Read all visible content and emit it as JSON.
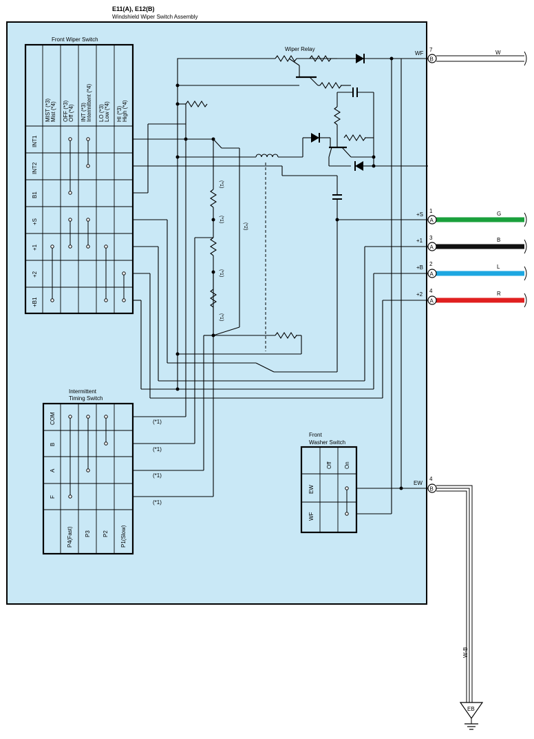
{
  "header": {
    "connector_ids": "E11(A), E12(B)",
    "assembly_name": "Windshield Wiper Switch Assembly"
  },
  "front_wiper_switch": {
    "title": "Front Wiper Switch",
    "columns": [
      {
        "line1": "MIST (*3)",
        "line2": "Mist (*4)"
      },
      {
        "line1": "OFF (*3)",
        "line2": "Off (*4)"
      },
      {
        "line1": "INT (*3)",
        "line2": "Intermittent (*4)"
      },
      {
        "line1": "LO (*3)",
        "line2": "Low (*4)"
      },
      {
        "line1": "HI (*3)",
        "line2": "High (*4)"
      }
    ],
    "rows": [
      "INT1",
      "INT2",
      "B1",
      "+S",
      "+1",
      "+2",
      "+B1"
    ]
  },
  "wiper_relay": {
    "label": "Wiper Relay"
  },
  "intermittent_timing_switch": {
    "title_line1": "Intermittent",
    "title_line2": "Timing Switch",
    "rows": [
      "COM",
      "B",
      "A",
      "F"
    ],
    "columns": [
      "P4(Fast)",
      "P3",
      "P2",
      "P1(Slow)"
    ],
    "notes": [
      "(*1)",
      "(*1)",
      "(*1)",
      "(*1)"
    ]
  },
  "front_washer_switch": {
    "title_line1": "Front",
    "title_line2": "Washer Switch",
    "columns": [
      "Off",
      "On"
    ],
    "rows": [
      "EW",
      "WF"
    ]
  },
  "resistor_notes": [
    "(*1)",
    "(*1)",
    "(*1)",
    "(*1)"
  ],
  "coil_note": "(*2)",
  "terminals": [
    {
      "name": "WF",
      "pin": "7",
      "connector": "B",
      "wire": "W",
      "color": "#ffffff"
    },
    {
      "name": "+S",
      "pin": "1",
      "connector": "A",
      "wire": "G",
      "color": "#1aa03c"
    },
    {
      "name": "+1",
      "pin": "3",
      "connector": "A",
      "wire": "B",
      "color": "#111111"
    },
    {
      "name": "+B",
      "pin": "2",
      "connector": "A",
      "wire": "L",
      "color": "#1ea7e1"
    },
    {
      "name": "+2",
      "pin": "4",
      "connector": "A",
      "wire": "R",
      "color": "#e02020"
    },
    {
      "name": "EW",
      "pin": "4",
      "connector": "B",
      "wire": "W-B",
      "color": "#ffffff"
    }
  ],
  "ground": {
    "label": "EB"
  },
  "colors": {
    "panel_fill": "#c9e8f6",
    "outline": "#000000"
  }
}
